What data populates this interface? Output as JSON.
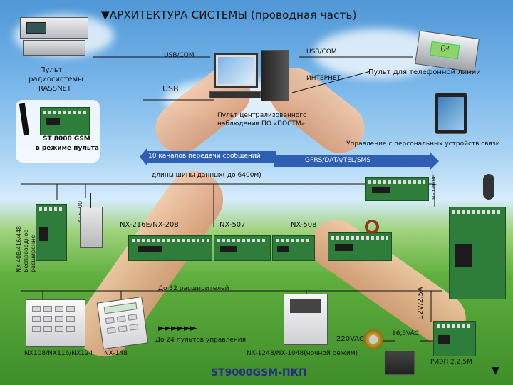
{
  "title": "▼АРХИТЕКТУРА СИСТЕМЫ (проводная часть)",
  "labels": {
    "usb_com_left": "USB/COM",
    "usb_com_right": "USB/COM",
    "usb": "USB",
    "internet": "ИНТЕРНЕТ",
    "phone_line": "Пульт для телефонной линии",
    "radio_console_1": "Пульт",
    "radio_console_2": "радиосистемы",
    "radio_console_3": "RASSNET",
    "gsm_1": "ST 8000 GSM",
    "gsm_2": "в режиме пульта",
    "central_1": "Пульт централизованного",
    "central_2": "наблюдения ПО «ПОСТМ»",
    "personal_devices": "Управление с персональных устройств связи",
    "channels_10": "10 каналов передачи сообщений",
    "gprs": "GPRS/DATA/TEL/SMS",
    "bus_length": "длины шины данных( до 6400м)",
    "internet_vertical": "интернет",
    "ats100": "ATS100",
    "wireless_1": "NX-408/416/448",
    "wireless_2": "Беспроводное",
    "wireless_3": "расширение",
    "nx216": "NX-216E/NX-208",
    "nx507": "NX-507",
    "nx508": "NX-508",
    "expanders_32": "До 32 расширителей",
    "volt_12v": "12V/2,5A",
    "remotes_24": "До 24 пультов управления",
    "arrows": "►►►►►►",
    "vac_220": "220VAC",
    "vac_16": "16,5VAC",
    "kp_nx108": "NX108/NX116/NX124",
    "kp_nx148": "NX-148",
    "kp_nx1248": "NX-1248/NX-1048(ночной режим)",
    "ripe": "РИЭП 2.2,5М",
    "footer": "ST9000GSM-ПКП",
    "down_arrow": "▼",
    "screen_text": "0²"
  }
}
